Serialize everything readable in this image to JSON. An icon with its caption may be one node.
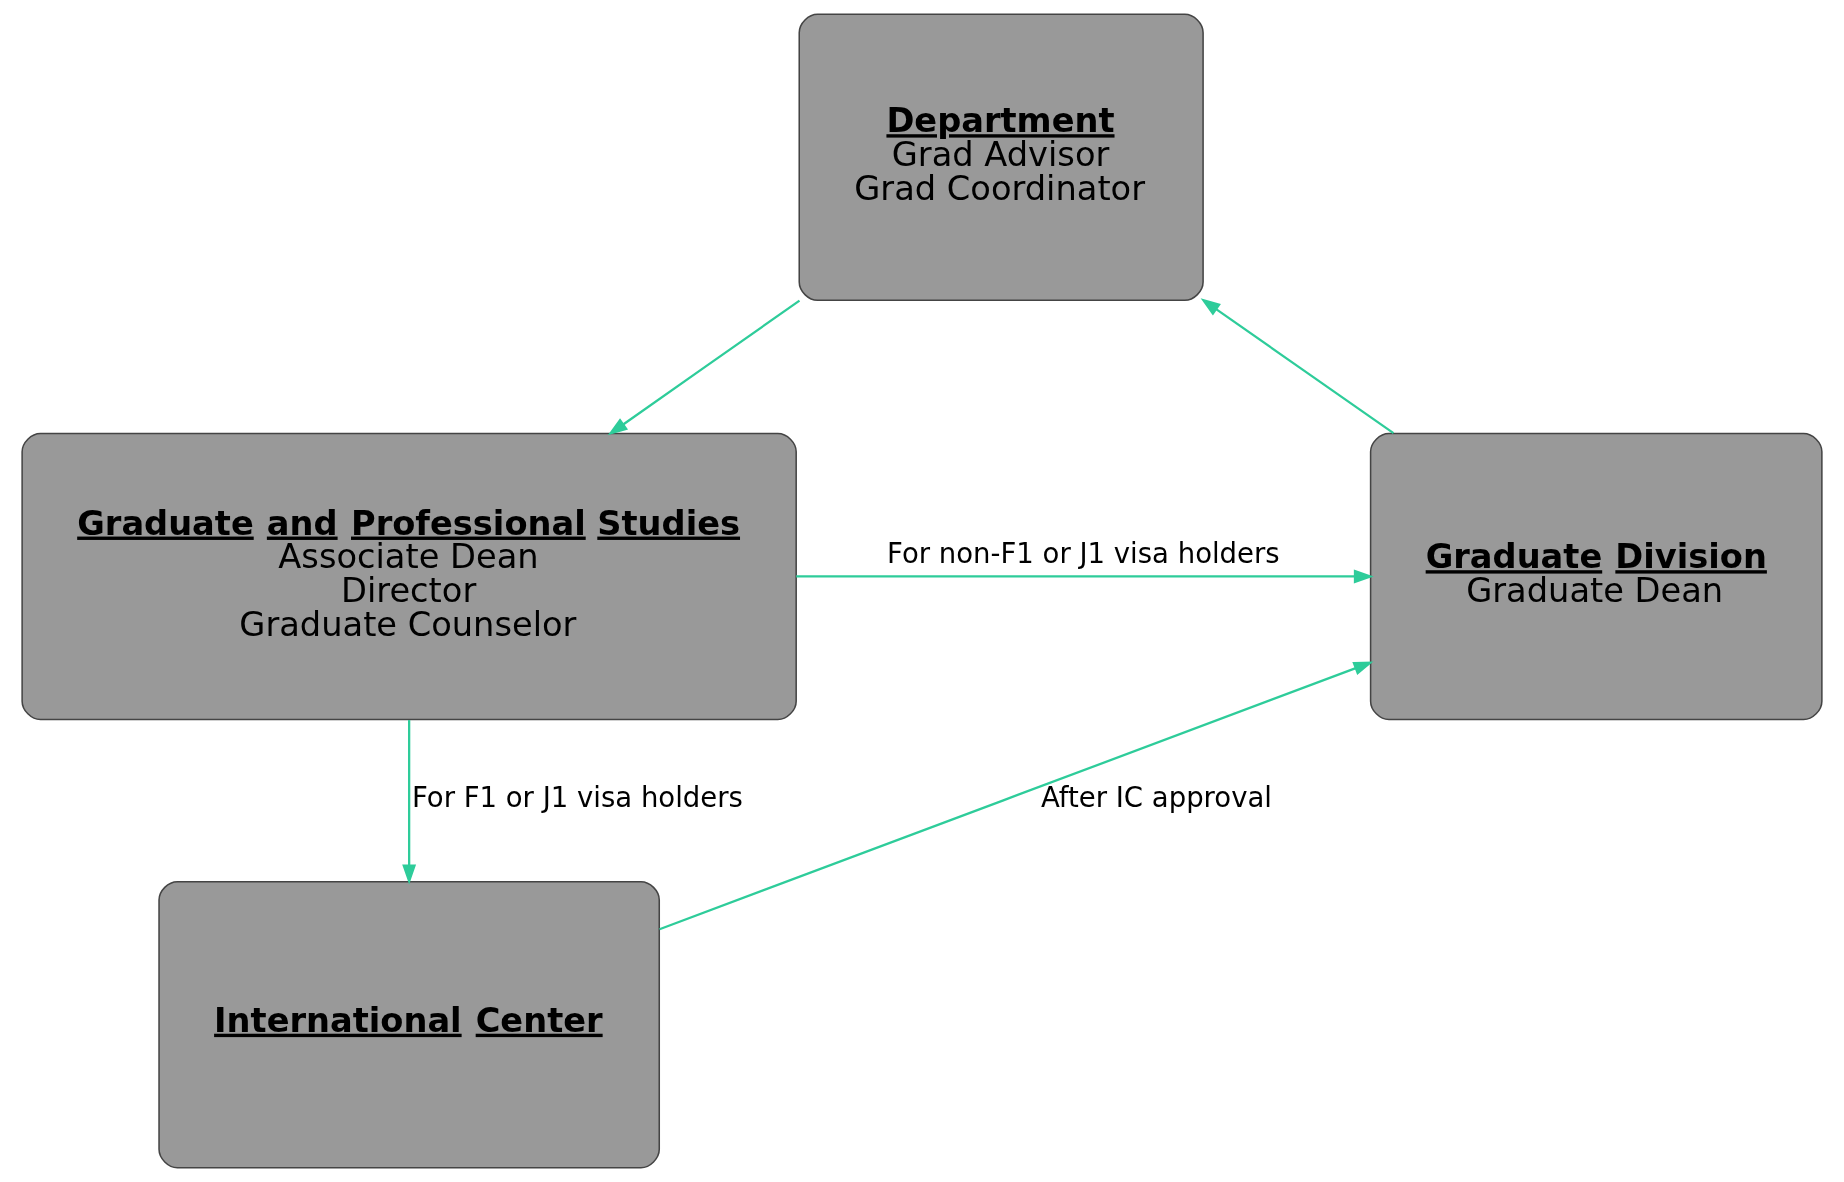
{
  "diagram": {
    "nodes": [
      {
        "text": [
          "Department",
          "Grad Advisor",
          "Grad Coordinator"
        ]
      },
      {
        "text": [
          "Graduate and Professional Studies",
          "Associate Dean",
          "Director",
          "Graduate Counselor"
        ]
      },
      {
        "text": [
          "International Center"
        ]
      },
      {
        "text": [
          "Graduate Division",
          "Graduate Dean"
        ]
      }
    ],
    "edges": [
      {
        "from": 3,
        "to": 0,
        "arrow": "to"
      },
      {
        "from": 0,
        "to": 1,
        "arrow": "to"
      },
      {
        "from": 1,
        "to": 3,
        "arrow": "to",
        "label": "For non-F1 or J1 visa holders"
      },
      {
        "from": 1,
        "to": 2,
        "arrow": "to",
        "label": "For F1 or J1 visa holders"
      },
      {
        "from": 2,
        "to": 3,
        "arrow": "to",
        "label": "After IC approval"
      }
    ]
  }
}
